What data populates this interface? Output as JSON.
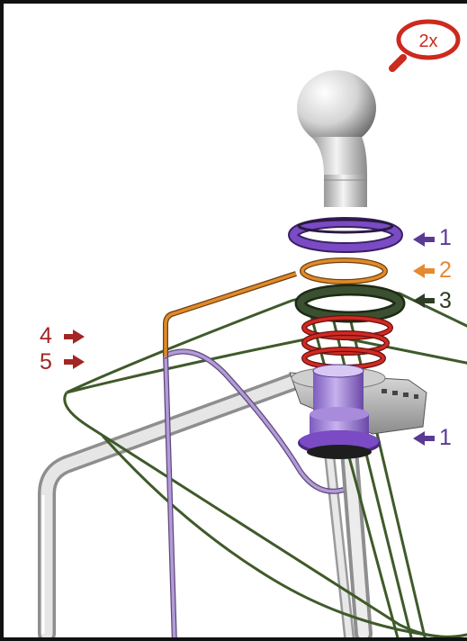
{
  "zoom_badge": {
    "text": "2x",
    "icon": "magnifier-icon"
  },
  "callouts_right": [
    {
      "number": "1",
      "color": "#5b3a96"
    },
    {
      "number": "2",
      "color": "#e58a30"
    },
    {
      "number": "3",
      "color": "#2e3d25"
    },
    {
      "number": "1",
      "color": "#5b3a96"
    }
  ],
  "callouts_left": [
    {
      "number": "4",
      "color": "#a32525"
    },
    {
      "number": "5",
      "color": "#a32525"
    }
  ],
  "colors": {
    "badge_red": "#cc2a1e",
    "frame_tube": "#d8d8d8",
    "green_wire": "#3f5a2a",
    "orange_wire": "#d07a20",
    "purple_ring": "#6a3fb0",
    "lavender_wire": "#b39ad8",
    "red_spring": "#c42a22"
  }
}
